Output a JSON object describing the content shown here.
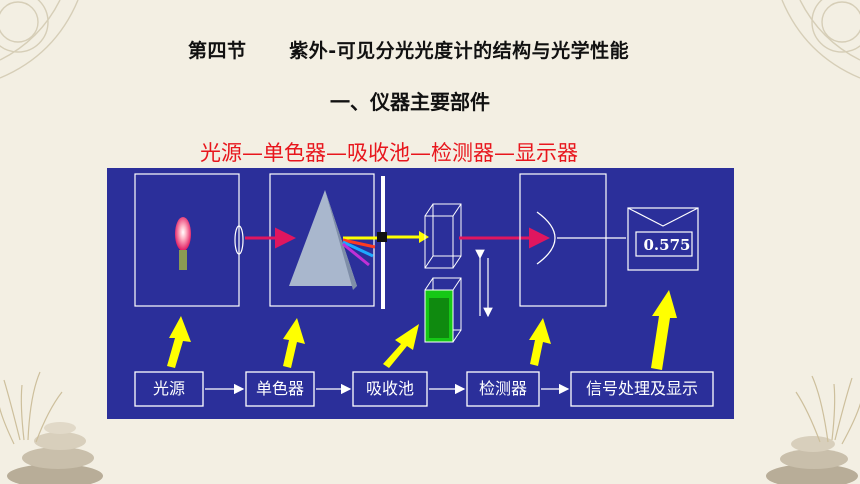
{
  "header": {
    "section_title": "第四节      紫外-可见分光光度计的结构与光学性能",
    "subheading": "一、仪器主要部件",
    "component_flow": "光源—单色器—吸收池—检测器—显示器"
  },
  "diagram": {
    "labels": [
      "光源",
      "单色器",
      "吸收池",
      "检测器",
      "信号处理及显示"
    ],
    "display_readout": "0.575"
  },
  "colors": {
    "panel_bg": "#2b2f9a",
    "flow_text": "#e8161d",
    "yellow_arrow": "#ffff00",
    "beam_red": "#e0165f",
    "prism": "#a9b7cd",
    "cuvette_green": "#16c816"
  },
  "icons": [
    "flame-icon",
    "prism-icon",
    "cuvette-icon",
    "detector-icon",
    "display-icon",
    "up-arrow-icon"
  ]
}
